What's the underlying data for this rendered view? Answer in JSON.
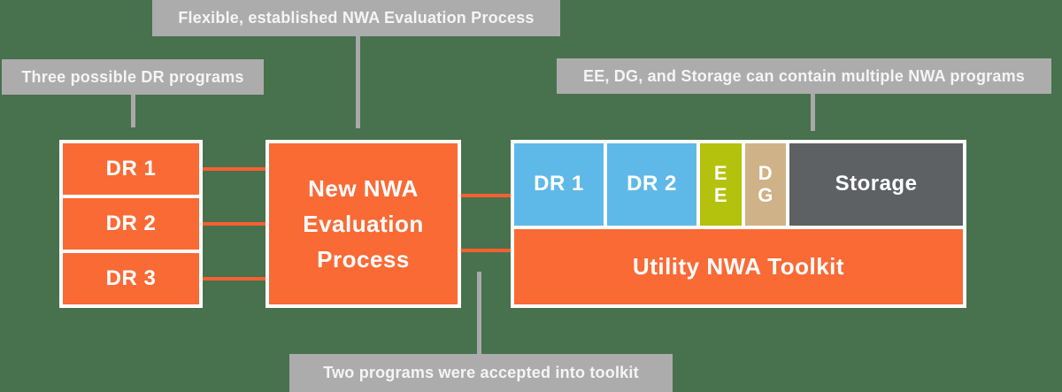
{
  "colors": {
    "background": "#48714D",
    "box_orange": "#F96A35",
    "connector_orange": "#F75F30",
    "blue": "#5FB9E8",
    "ee_green": "#B4C20E",
    "dg_tan": "#CFB287",
    "storage_gray": "#5E6164",
    "callout_gray": "#ACACAC",
    "connector_gray": "#A9A9A9",
    "text_white": "#F5F5F5"
  },
  "callouts": {
    "top": "Flexible, established NWA Evaluation Process",
    "left": "Three possible DR programs",
    "right": "EE, DG, and Storage can contain multiple NWA programs",
    "bottom": "Two programs were accepted into toolkit"
  },
  "dr_stack": {
    "items": [
      {
        "label": "DR 1"
      },
      {
        "label": "DR 2"
      },
      {
        "label": "DR 3"
      }
    ]
  },
  "process_box": {
    "lines": [
      "New NWA",
      "Evaluation",
      "Process"
    ]
  },
  "toolkit": {
    "cells": [
      {
        "label": "DR 1"
      },
      {
        "label": "DR 2"
      },
      {
        "lines": [
          "E",
          "E"
        ]
      },
      {
        "lines": [
          "D",
          "G"
        ]
      },
      {
        "label": "Storage"
      }
    ],
    "bottom_label": "Utility NWA Toolkit"
  }
}
